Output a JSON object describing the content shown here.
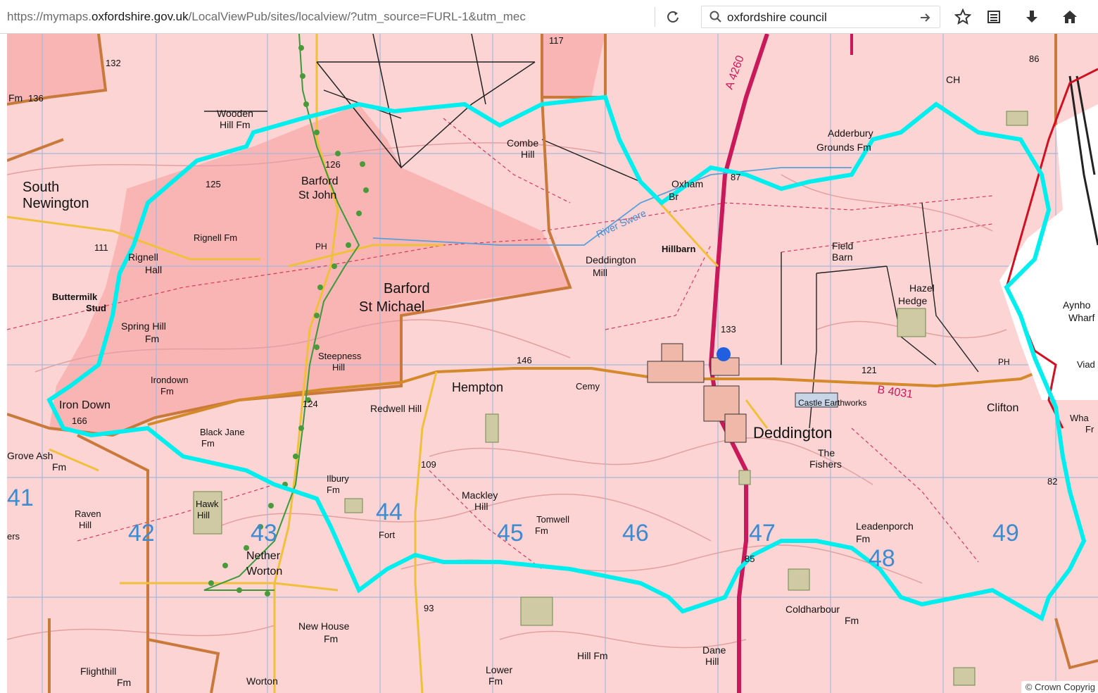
{
  "browser": {
    "url_prefix": "https://mymaps.",
    "url_domain": "oxfordshire.gov.uk",
    "url_rest": "/LocalViewPub/sites/localview/?utm_source=FURL-1&utm_mec",
    "search_query": "oxfordshire council",
    "icons": [
      "reload-icon",
      "search-icon",
      "go-arrow-icon",
      "bookmark-star-icon",
      "reading-list-icon",
      "download-icon",
      "home-icon"
    ]
  },
  "map": {
    "copyright": "© Crown Copyrig",
    "colors": {
      "background": "#fdd4d4",
      "parish": "#f9b4b4",
      "boundary": "#00eeee",
      "district": "#c97a3a",
      "a_road": "#c9195a",
      "minor_road": "#e2a630",
      "grid": "#3f8bd0"
    },
    "place_labels": {
      "south_newington": "South",
      "south_newington2": "Newington",
      "barford_st_john": "Barford",
      "barford_st_john2": "St John",
      "barford_st_michael": "Barford",
      "barford_st_michael2": "St Michael",
      "rignell_hall": "Rignell",
      "rignell_hall2": "Hall",
      "rignell_fm": "Rignell Fm",
      "wooden_hill": "Wooden",
      "wooden_hill2": "Hill Fm",
      "buttermilk": "Buttermilk",
      "buttermilk2": "Stud",
      "spring_hill": "Spring Hill",
      "spring_hill2": "Fm",
      "irondown": "Irondown",
      "irondown2": "Fm",
      "iron_down": "Iron Down",
      "grove_ash": "Grove Ash",
      "grove_ash2": "Fm",
      "black_jane": "Black Jane",
      "black_jane2": "Fm",
      "steepness": "Steepness",
      "steepness2": "Hill",
      "hempton": "Hempton",
      "cemy": "Cemy",
      "redwell": "Redwell Hill",
      "deddington": "Deddington",
      "deddington_mill": "Deddington",
      "deddington_mill2": "Mill",
      "hillbarn": "Hillbarn",
      "field_barn": "Field",
      "field_barn2": "Barn",
      "hazel_hedge": "Hazel",
      "hazel_hedge2": "Hedge",
      "clifton": "Clifton",
      "the_fishers": "The",
      "the_fishers2": "Fishers",
      "castle": "Castle Earthworks",
      "ilbury": "Ilbury",
      "ilbury2": "Fm",
      "fort": "Fort",
      "mackley": "Mackley",
      "mackley2": "Hill",
      "tomwell": "Tomwell",
      "tomwell2": "Fm",
      "leadenporch": "Leadenporch",
      "leadenporch2": "Fm",
      "raven": "Raven",
      "raven2": "Hill",
      "hawk": "Hawk",
      "hawk2": "Hill",
      "nether_worton": "Nether",
      "nether_worton2": "Worton",
      "new_house": "New House",
      "new_house2": "Fm",
      "coldharbour": "Coldharbour",
      "coldharbour2": "Fm",
      "hill_fm": "Hill Fm",
      "dane_hill": "Dane",
      "dane_hill2": "Hill",
      "lower_fm": "Lower",
      "lower_fm2": "Fm",
      "flighthill": "Flighthill",
      "flighthill2": "Fm",
      "worton": "Worton",
      "combe": "Combe",
      "combe2": "Hill",
      "adderbury": "Adderbury",
      "adderbury2": "Grounds Fm",
      "oxham": "Oxham",
      "oxham2": "Br",
      "river_swere": "River Swere",
      "road_a4260": "A 4260",
      "road_b4031": "B 4031",
      "aynho": "Aynho",
      "aynho2": "Wharf",
      "viad": "Viad",
      "wha": "Wha",
      "wha2": "Fr",
      "fm136": "Fm",
      "ers": "ers",
      "ch": "CH",
      "ph1": "PH",
      "ph2": "PH"
    },
    "heights": {
      "h132": "132",
      "h136": "136",
      "h125": "125",
      "h126": "126",
      "h111": "111",
      "h146": "146",
      "h133": "133",
      "h121": "121",
      "h124": "124",
      "h109": "109",
      "h166": "166",
      "h93": "93",
      "h87": "87",
      "h85": "85",
      "h82": "82",
      "h117": "117",
      "h86": "86"
    },
    "grid_numbers": {
      "g41": "41",
      "g42": "42",
      "g43": "43",
      "g44": "44",
      "g45": "45",
      "g46": "46",
      "g47": "47",
      "g48": "48",
      "g49": "49"
    }
  }
}
